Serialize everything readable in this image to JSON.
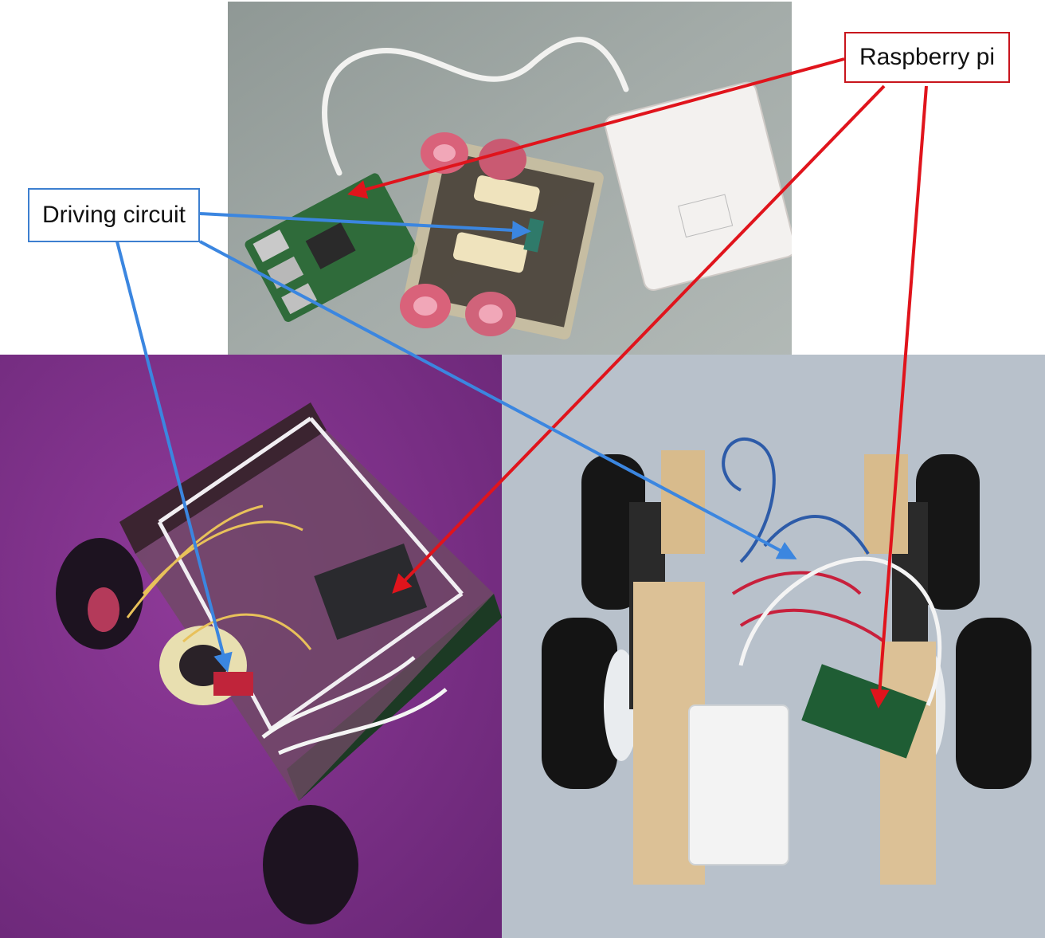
{
  "labels": {
    "raspberry_pi": "Raspberry pi",
    "driving_circuit": "Driving circuit"
  },
  "photos": {
    "top": "robot-car-overhead-photo",
    "bottom_left": "robot-car-purple-photo",
    "bottom_right": "robot-car-wooden-chassis-photo"
  },
  "colors": {
    "raspberry_pi_arrow": "#e0141c",
    "driving_circuit_arrow": "#3b86e0",
    "top_background": "#9aa2a0",
    "left_background": "#7b2f86",
    "right_background": "#b9c2cc"
  }
}
